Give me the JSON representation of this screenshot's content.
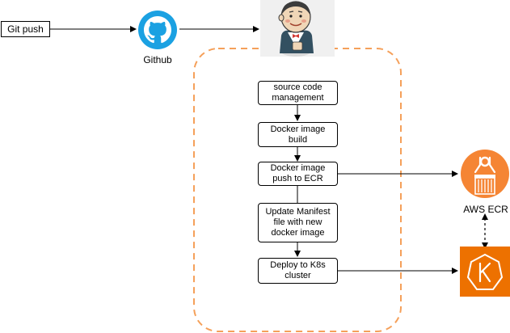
{
  "nodes": {
    "git_push": "Git push",
    "github": "Github",
    "scm": "source code\nmanagement",
    "docker_build": "Docker image\nbuild",
    "docker_push": "Docker image\npush to ECR",
    "update_manifest": "Update Manifest\nfile with new\ndocker image",
    "deploy": "Deploy to K8s\ncluster",
    "aws_ecr": "AWS ECR"
  },
  "icons": {
    "github": "github-icon",
    "jenkins": "jenkins-icon",
    "ecr": "aws-ecr-icon",
    "eks": "aws-eks-icon"
  },
  "colors": {
    "github_blue": "#1BA1E2",
    "aws_orange": "#F58534",
    "eks_orange": "#ED7100",
    "group_border": "#F5A05A"
  }
}
